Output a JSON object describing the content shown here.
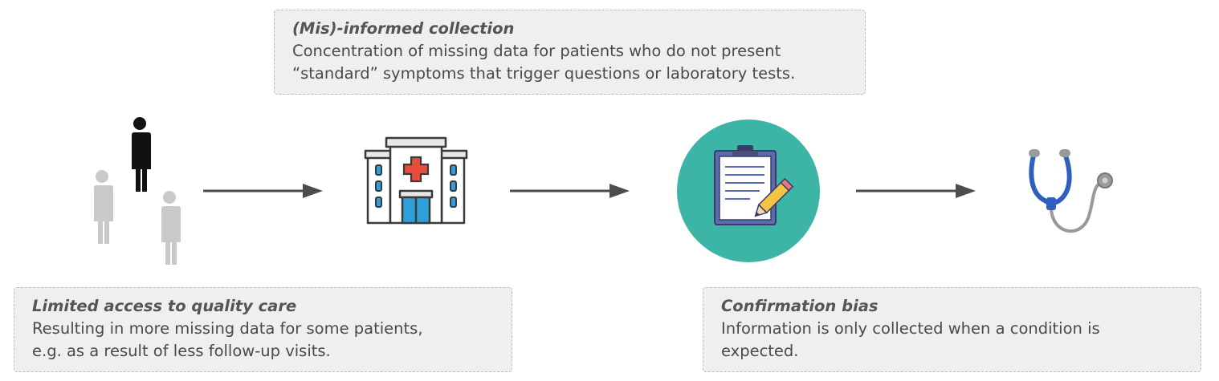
{
  "notes": {
    "top": {
      "title": "(Mis)-informed collection",
      "lines": [
        "Concentration of missing data for patients who do not present",
        "“standard” symptoms that trigger questions or laboratory tests."
      ]
    },
    "left": {
      "title": "Limited access to quality care",
      "lines": [
        "Resulting in more missing data for some patients,",
        "e.g. as a result of less follow-up visits."
      ]
    },
    "right": {
      "title": "Confirmation bias",
      "lines": [
        "Information is only collected when a condition is",
        "expected."
      ]
    }
  },
  "icons": [
    "people-icon",
    "hospital-icon",
    "clipboard-icon",
    "stethoscope-icon"
  ],
  "colors": {
    "note_bg": "#efefef",
    "note_border": "#bdbdbd",
    "arrow": "#4d4d4d",
    "teal": "#3db5a6",
    "hospital_red": "#e74c3c",
    "hospital_blue": "#2f9fd8",
    "stethoscope_blue": "#2f5fbf"
  }
}
